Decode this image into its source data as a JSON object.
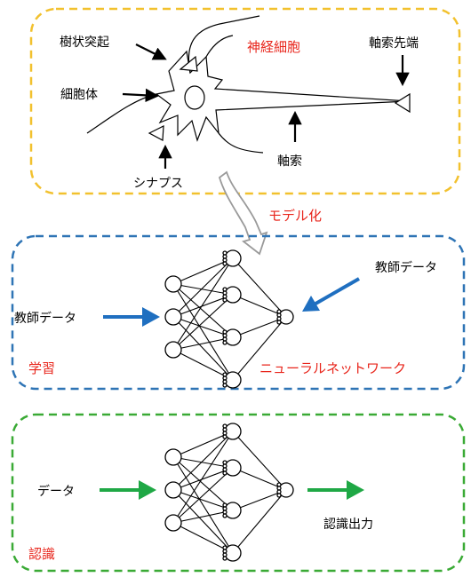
{
  "neuron_section": {
    "title": "神経細胞",
    "labels": {
      "dendrite": "樹状突起",
      "cell_body": "細胞体",
      "axon_terminal": "軸索先端",
      "axon": "軸索",
      "synapse": "シナプス"
    }
  },
  "modeling_label": "モデル化",
  "learning_section": {
    "title": "学習",
    "network_label": "ニューラルネットワーク",
    "teacher_input_label": "教師データ",
    "teacher_output_label": "教師データ"
  },
  "recognition_section": {
    "title": "認識",
    "input_label": "データ",
    "output_label": "認識出力"
  },
  "colors": {
    "neuron_border": "#f2c12e",
    "learning_border": "#2e74b5",
    "recognition_border": "#3aaa35",
    "label_red": "#e8261c",
    "arrow_blue": "#1f6fc0",
    "arrow_green": "#1fa845"
  }
}
